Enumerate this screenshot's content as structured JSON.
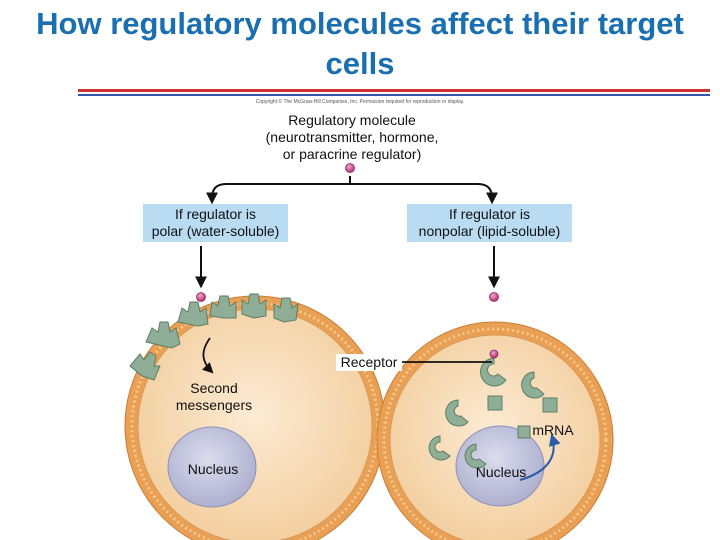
{
  "title": "How regulatory molecules affect their target cells",
  "copyright": "Copyright © The McGraw-Hill Companies, Inc. Permission required for reproduction or display.",
  "regulatory_molecule": "Regulatory molecule (neurotransmitter, hormone, or paracrine regulator)",
  "left_box": {
    "line1": "If regulator is",
    "line2": "polar (water-soluble)"
  },
  "right_box": {
    "line1": "If regulator is",
    "line2": "nonpolar (lipid-soluble)"
  },
  "labels": {
    "receptor": "Receptor",
    "second_messengers_1": "Second",
    "second_messengers_2": "messengers",
    "mrna": "mRNA",
    "nucleus_left": "Nucleus",
    "nucleus_right": "Nucleus"
  },
  "colors": {
    "title": "#1a6fb0",
    "box_fill": "#b9dcf2",
    "membrane": "#e9a055",
    "cytoplasm": "#f8dcb8",
    "nucleus": "#c8c8e0",
    "receptor": "#8fae98",
    "molecule": "#cc5599"
  }
}
